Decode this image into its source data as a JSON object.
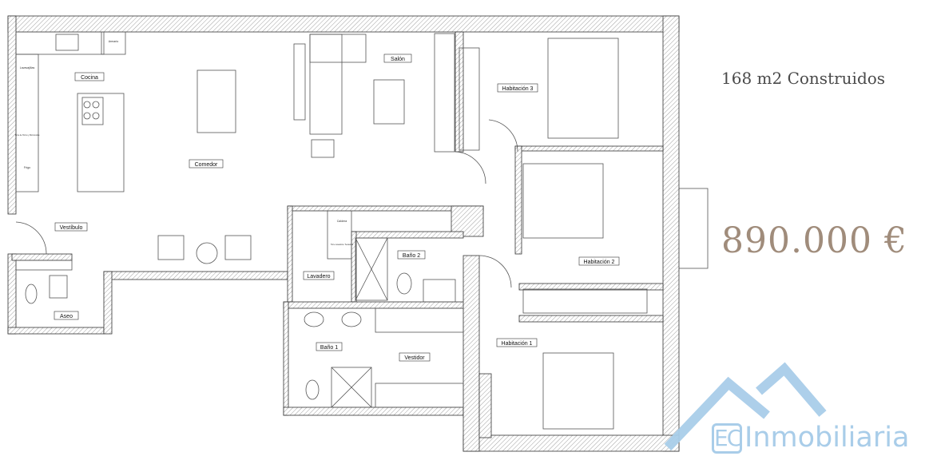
{
  "listing": {
    "built_area": "168 m2 Construidos",
    "price": "890.000 €",
    "price_color": "#a08c7b"
  },
  "logo": {
    "mark": "EC",
    "name": "Inmobiliaria",
    "color": "#a9cde9"
  },
  "rooms": {
    "cocina": "Cocina",
    "comedor": "Comedor",
    "salon": "Salón",
    "habitacion3": "Habitación 3",
    "habitacion2": "Habitación 2",
    "habitacion1": "Habitación 1",
    "vestibulo": "Vestíbulo",
    "aseo": "Aseo",
    "lavadero": "Lavadero",
    "bano2": "Baño 2",
    "bano1": "Baño 1",
    "vestidor": "Vestidor"
  },
  "fixtures": {
    "armario": "Armario",
    "lavavajillas": "Lavavajillas",
    "torre_horno": "Torre de Horno y Microondas",
    "frigo": "Frigo",
    "caldera": "Caldera",
    "torre_lavadora": "Torre Lavadora / Secadora"
  }
}
